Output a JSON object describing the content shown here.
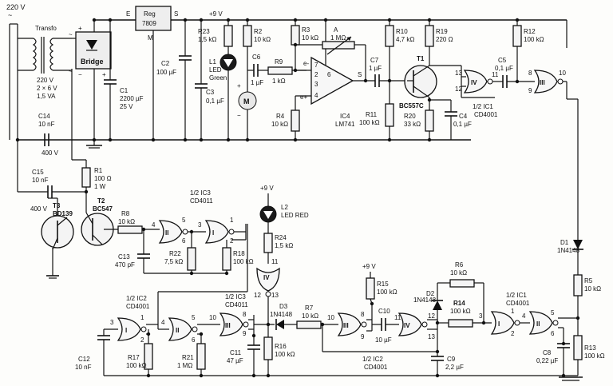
{
  "mains": {
    "voltage": "220 V",
    "ac": "~"
  },
  "transformer": {
    "label": "Transfo",
    "primary": "220 V",
    "secondary": "2 × 6 V",
    "power": "1,5 VA"
  },
  "bridge": {
    "label": "Bridge"
  },
  "regulator": {
    "name": "Reg",
    "model": "7809",
    "pin_in": "E",
    "pin_gnd": "M",
    "pin_out": "S"
  },
  "supply": {
    "v9": "+9 V"
  },
  "polarity": {
    "plus": "+",
    "minus": "−",
    "ac": "~"
  },
  "components": {
    "C1": {
      "ref": "C1",
      "v1": "2200 µF",
      "v2": "25 V"
    },
    "C2": {
      "ref": "C2",
      "v1": "100 µF"
    },
    "C3": {
      "ref": "C3",
      "v1": "0,1 µF"
    },
    "C4": {
      "ref": "C4",
      "v1": "0,1 µF"
    },
    "C5": {
      "ref": "C5",
      "v1": "0,1 µF"
    },
    "C6": {
      "ref": "C6",
      "v1": "1 µF"
    },
    "C7": {
      "ref": "C7",
      "v1": "1 µF"
    },
    "C8": {
      "ref": "C8",
      "v1": "0,22 µF"
    },
    "C9": {
      "ref": "C9",
      "v1": "2,2 µF"
    },
    "C10": {
      "ref": "C10",
      "v1": "10 µF"
    },
    "C11": {
      "ref": "C11",
      "v1": "47 µF"
    },
    "C12": {
      "ref": "C12",
      "v1": "10 nF"
    },
    "C13": {
      "ref": "C13",
      "v1": "470 pF"
    },
    "C14": {
      "ref": "C14",
      "v1": "10 nF",
      "v2": "400 V"
    },
    "C15": {
      "ref": "C15",
      "v1": "10 nF",
      "v2": "400 V"
    },
    "R1": {
      "ref": "R1",
      "v1": "100 Ω",
      "v2": "1 W"
    },
    "R2": {
      "ref": "R2",
      "v1": "10 kΩ"
    },
    "R3": {
      "ref": "R3",
      "v1": "10 kΩ"
    },
    "R4": {
      "ref": "R4",
      "v1": "10 kΩ"
    },
    "R5": {
      "ref": "R5",
      "v1": "10 kΩ"
    },
    "R6": {
      "ref": "R6",
      "v1": "10 kΩ"
    },
    "R7": {
      "ref": "R7",
      "v1": "10 kΩ"
    },
    "R8": {
      "ref": "R8",
      "v1": "10 kΩ"
    },
    "R9": {
      "ref": "R9",
      "v1": "1 kΩ"
    },
    "R10": {
      "ref": "R10",
      "v1": "4,7 kΩ"
    },
    "R11": {
      "ref": "R11",
      "v1": "100 kΩ"
    },
    "R12": {
      "ref": "R12",
      "v1": "100 kΩ"
    },
    "R13": {
      "ref": "R13",
      "v1": "100 kΩ"
    },
    "R14": {
      "ref": "R14",
      "v1": "100 kΩ"
    },
    "R15": {
      "ref": "R15",
      "v1": "100 kΩ"
    },
    "R16": {
      "ref": "R16",
      "v1": "100 kΩ"
    },
    "R17": {
      "ref": "R17",
      "v1": "100 kΩ"
    },
    "R18": {
      "ref": "R18",
      "v1": "100 kΩ"
    },
    "R19": {
      "ref": "R19",
      "v1": "220 Ω"
    },
    "R20": {
      "ref": "R20",
      "v1": "33 kΩ"
    },
    "R21": {
      "ref": "R21",
      "v1": "1 MΩ"
    },
    "R22": {
      "ref": "R22",
      "v1": "7,5 kΩ"
    },
    "R23": {
      "ref": "R23",
      "v1": "1,5 kΩ"
    },
    "R24": {
      "ref": "R24",
      "v1": "1,5 kΩ"
    },
    "A": {
      "ref": "A",
      "v1": "1 MΩ"
    },
    "T1": {
      "ref": "T1",
      "v1": "BC557C"
    },
    "T2": {
      "ref": "T2",
      "v1": "BC547"
    },
    "T3": {
      "ref": "T3",
      "v1": "BD139"
    },
    "D1": {
      "ref": "D1",
      "v1": "1N4148"
    },
    "D2": {
      "ref": "D2",
      "v1": "1N4148"
    },
    "D3": {
      "ref": "D3",
      "v1": "1N4148"
    },
    "L1": {
      "ref": "L1",
      "v1": "LED",
      "v2": "Green"
    },
    "L2": {
      "ref": "L2",
      "v1": "LED RED"
    },
    "M": {
      "ref": "M"
    }
  },
  "opamp": {
    "ref": "IC4",
    "model": "LM741",
    "in_minus": "e-",
    "in_plus": "e+",
    "out": "S",
    "pin2": "2",
    "pin3": "3",
    "pin4": "4",
    "pin6": "6",
    "pin7": "7"
  },
  "gates": [
    {
      "id": "ic1_iv",
      "roman": "IV",
      "label1": "1/2 IC1",
      "label2": "CD4001",
      "in_a": "13",
      "in_b": "12",
      "out": "11"
    },
    {
      "id": "ic1_iii",
      "roman": "III",
      "in_a": "8",
      "in_b": "9",
      "out": "10"
    },
    {
      "id": "ic1_i",
      "roman": "I",
      "label1": "1/2 IC1",
      "label2": "CD4001",
      "in_a": "1",
      "in_b": "2",
      "out": "3"
    },
    {
      "id": "ic1_ii",
      "roman": "II",
      "in_a": "5",
      "in_b": "6",
      "out": "4"
    },
    {
      "id": "ic3_ii",
      "roman": "II",
      "label1": "1/2 IC3",
      "label2": "CD4011",
      "in_a": "5",
      "in_b": "6",
      "out": "4"
    },
    {
      "id": "ic3_i",
      "roman": "I",
      "in_a": "1",
      "in_b": "2",
      "out": "3"
    },
    {
      "id": "ic3_iv",
      "roman": "IV",
      "in_a": "11",
      "in_b": "12",
      "out": "13"
    },
    {
      "id": "ic3_iii",
      "roman": "III",
      "label1": "1/2 IC3",
      "label2": "CD4011",
      "in_a": "8",
      "in_b": "9",
      "out": "10"
    },
    {
      "id": "ic2_i",
      "roman": "I",
      "label1": "1/2 IC2",
      "label2": "CD4001",
      "in_a": "1",
      "in_b": "2",
      "out": "3"
    },
    {
      "id": "ic2_ii",
      "roman": "II",
      "in_a": "5",
      "in_b": "6",
      "out": "4"
    },
    {
      "id": "ic2_iii",
      "roman": "III",
      "label1": "1/2 IC2",
      "label2": "CD4001",
      "in_a": "8",
      "in_b": "9",
      "out": "10"
    },
    {
      "id": "ic2_iv",
      "roman": "IV",
      "in_a": "12",
      "in_b": "13",
      "out": "11"
    }
  ]
}
